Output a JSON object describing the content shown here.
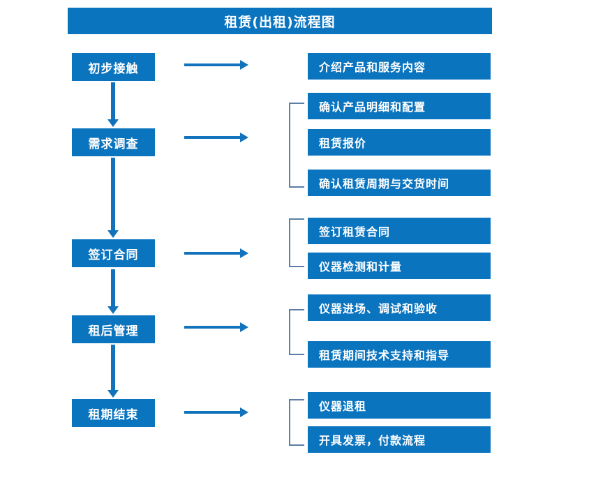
{
  "diagram": {
    "title": "租赁(出租)流程图",
    "theme": {
      "box_fill": "#0b74bf",
      "box_text": "#ffffff",
      "arrow": "#1273bc",
      "bracket": "#5b7fa6",
      "background": "#ffffff"
    },
    "stages": [
      {
        "label": "初步接触"
      },
      {
        "label": "需求调查"
      },
      {
        "label": "签订合同"
      },
      {
        "label": "租后管理"
      },
      {
        "label": "租期结束"
      }
    ],
    "details": [
      {
        "label": "介绍产品和服务内容"
      },
      {
        "label": "确认产品明细和配置"
      },
      {
        "label": "租赁报价"
      },
      {
        "label": "确认租赁周期与交货时间"
      },
      {
        "label": "签订租赁合同"
      },
      {
        "label": "仪器检测和计量"
      },
      {
        "label": "仪器进场、调试和验收"
      },
      {
        "label": "租赁期间技术支持和指导"
      },
      {
        "label": "仪器退租"
      },
      {
        "label": "开具发票，付款流程"
      }
    ],
    "connectors": {
      "stage_to_detail": "arrow-right",
      "stage_to_stage": "arrow-down",
      "detail_group": "bracket"
    }
  }
}
